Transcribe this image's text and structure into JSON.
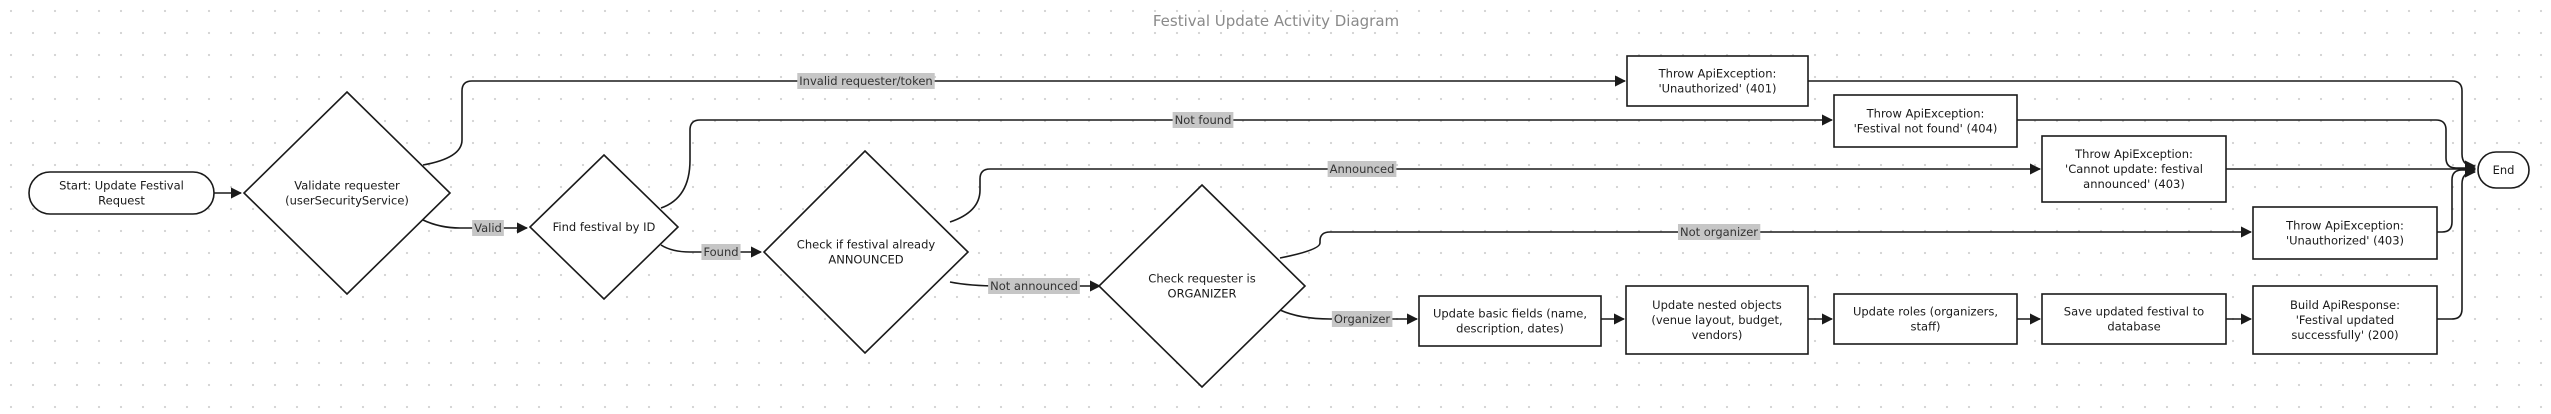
{
  "title": "Festival Update Activity Diagram",
  "nodes": {
    "start": {
      "lines": [
        "Start: Update Festival",
        "Request"
      ]
    },
    "validate": {
      "lines": [
        "Validate requester",
        "(userSecurityService)"
      ]
    },
    "find": {
      "lines": [
        "Find festival by ID"
      ]
    },
    "check_announced": {
      "lines": [
        "Check if festival already",
        "ANNOUNCED"
      ]
    },
    "check_organizer": {
      "lines": [
        "Check requester is",
        "ORGANIZER"
      ]
    },
    "throw_401": {
      "lines": [
        "Throw ApiException:",
        "'Unauthorized' (401)"
      ]
    },
    "throw_404": {
      "lines": [
        "Throw ApiException:",
        "'Festival not found' (404)"
      ]
    },
    "throw_announced": {
      "lines": [
        "Throw ApiException:",
        "'Cannot update: festival",
        "announced' (403)"
      ]
    },
    "throw_403": {
      "lines": [
        "Throw ApiException:",
        "'Unauthorized' (403)"
      ]
    },
    "update_basic": {
      "lines": [
        "Update basic fields (name,",
        "description, dates)"
      ]
    },
    "update_nested": {
      "lines": [
        "Update nested objects",
        "(venue layout, budget,",
        "vendors)"
      ]
    },
    "update_roles": {
      "lines": [
        "Update roles (organizers,",
        "staff)"
      ]
    },
    "save": {
      "lines": [
        "Save updated festival to",
        "database"
      ]
    },
    "build_response": {
      "lines": [
        "Build ApiResponse:",
        "'Festival updated",
        "successfully' (200)"
      ]
    },
    "end": {
      "lines": [
        "End"
      ]
    }
  },
  "edge_labels": {
    "invalid": "Invalid requester/token",
    "valid": "Valid",
    "not_found": "Not found",
    "found": "Found",
    "announced": "Announced",
    "not_announced": "Not announced",
    "not_organizer": "Not organizer",
    "organizer": "Organizer"
  }
}
